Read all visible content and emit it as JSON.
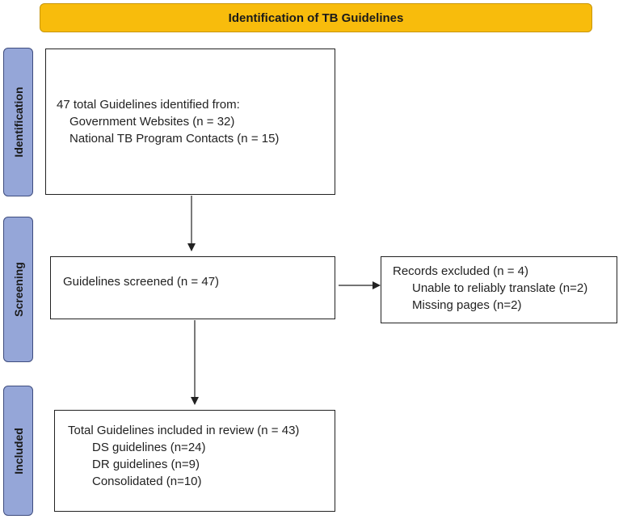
{
  "header": {
    "title": "Identification of TB Guidelines"
  },
  "stages": {
    "identification": "Identification",
    "screening": "Screening",
    "included": "Included"
  },
  "boxes": {
    "identified": {
      "heading": "47 total Guidelines identified from:",
      "items": [
        "Government Websites (n = 32)",
        "National TB Program Contacts (n = 15)"
      ]
    },
    "screened": {
      "heading": "Guidelines screened (n = 47)"
    },
    "excluded": {
      "heading": "Records excluded (n = 4)",
      "items": [
        "Unable to reliably translate (n=2)",
        "Missing pages (n=2)"
      ]
    },
    "included": {
      "heading": "Total Guidelines included in review (n = 43)",
      "items": [
        "DS guidelines (n=24)",
        "DR guidelines (n=9)",
        "Consolidated (n=10)"
      ]
    }
  },
  "colors": {
    "header_fill": "#f8bc0c",
    "stage_fill": "#95a6d8",
    "stage_border": "#3e4c7e"
  }
}
